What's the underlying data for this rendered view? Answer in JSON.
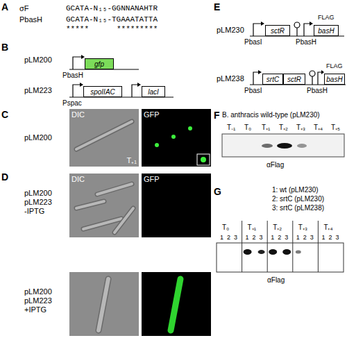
{
  "diagram": {
    "nodes": [
      {
        "text": [
          "gfp"
        ]
      },
      {
        "text": [
          "spoIIAC"
        ]
      },
      {
        "text": [
          "lacI"
        ]
      },
      {
        "text": [
          "DIC",
          "T₊₁"
        ]
      },
      {
        "text": [
          "GFP"
        ]
      },
      {
        "text": [
          "DIC"
        ]
      },
      {
        "text": [
          "GFP"
        ]
      },
      {
        "text": [
          "sctR"
        ]
      },
      {
        "text": [
          "basH"
        ]
      },
      {
        "text": [
          "srtC"
        ]
      },
      {
        "text": [
          "sctR"
        ]
      },
      {
        "text": [
          "basH"
        ]
      }
    ],
    "labels": [
      "A",
      "σF",
      "GCATA-N₁₅-GGNNANAHTR",
      "PbasH",
      "GCATA-N₁₅-TGAAATATTA",
      "*****",
      "*********",
      "B",
      "pLM200",
      "PbasH",
      "pLM223",
      "Pspac",
      "C",
      "pLM200",
      "D",
      "pLM200",
      "pLM223",
      "-IPTG",
      "pLM200",
      "pLM223",
      "+IPTG",
      "E",
      "pLM230",
      "PbasI",
      "PbasH",
      "FLAG",
      "pLM238",
      "PbasI",
      "PbasH",
      "FLAG",
      "F",
      "B. anthracis wild-type (pLM230)",
      "T₋₁",
      "T₀",
      "T₊₁",
      "T₊₂",
      "T₊₃",
      "T₊₄",
      "T₊₅",
      "αFlag",
      "G",
      "1: wt (pLM230)",
      "2: srtC (pLM230)",
      "3: srtC (pLM238)",
      "T₀",
      "T₊₁",
      "T₊₂",
      "T₊₃",
      "T₊₄",
      "1",
      "2",
      "3",
      "1",
      "2",
      "3",
      "1",
      "2",
      "3",
      "1",
      "2",
      "3",
      "1",
      "2",
      "3",
      "αFlag"
    ]
  }
}
